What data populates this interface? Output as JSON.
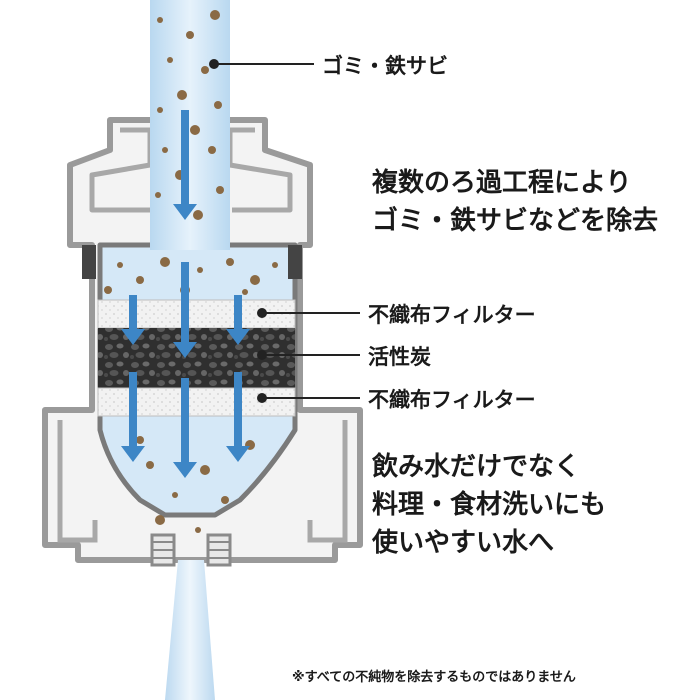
{
  "labels": {
    "debris": "ゴミ・鉄サビ",
    "nonwoven_top": "不織布フィルター",
    "carbon": "活性炭",
    "nonwoven_bottom": "不織布フィルター"
  },
  "messages": {
    "filtration": [
      "複数のろ過工程により",
      "ゴミ・鉄サビなどを除去"
    ],
    "benefit": [
      "飲み水だけでなく",
      "料理・食材洗いにも",
      "使いやすい水へ"
    ]
  },
  "footnote": "※すべての不純物を除去するものではありません",
  "colors": {
    "water": "#cfe4f5",
    "water_dark": "#a9cdeb",
    "arrow": "#3d86c6",
    "housing": "#b9b9b9",
    "housing_fill": "#efefef",
    "particle": "#8a6a45",
    "carbon": "#3a3a3a",
    "text": "#1a1a1a"
  },
  "icons": [
    "flow-arrow-icon",
    "debris-particle-icon"
  ]
}
